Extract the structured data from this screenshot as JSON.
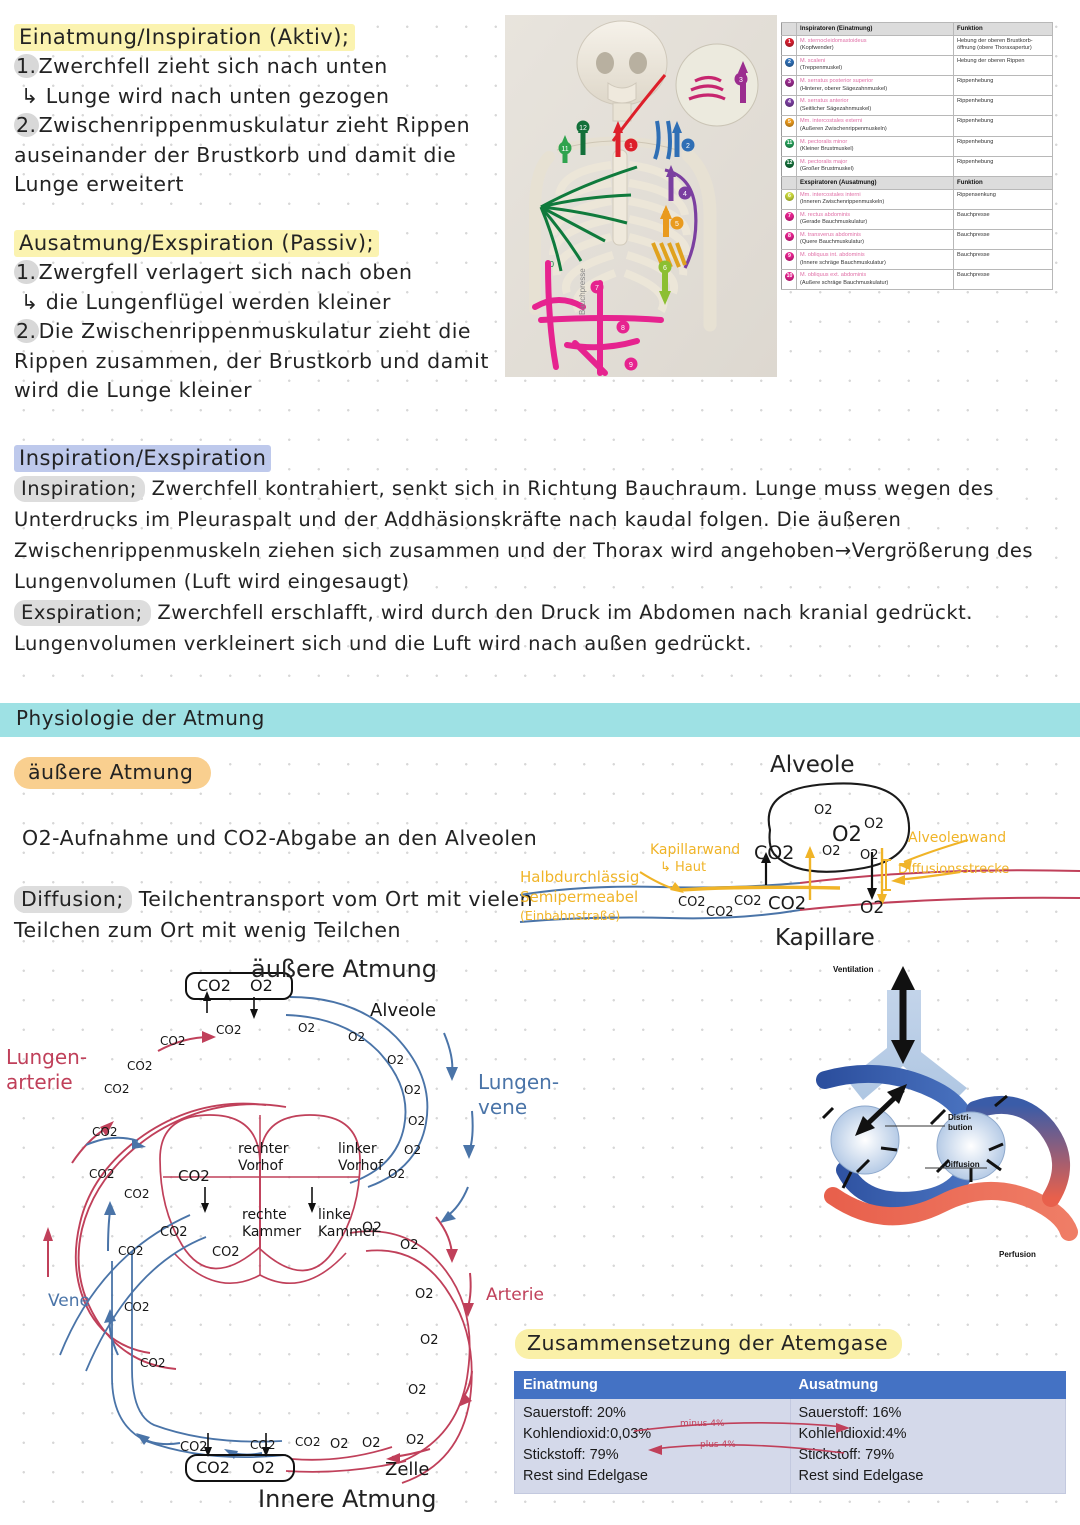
{
  "notes": {
    "inspiration": {
      "title": "Einatmung/Inspiration (Aktiv);",
      "lines": [
        {
          "num": "1.",
          "text": "Zwerchfell zieht sich nach unten"
        },
        {
          "num": "",
          "text": "↳ Lunge wird nach unten gezogen"
        },
        {
          "num": "2.",
          "text": "Zwischenrippenmuskulatur zieht Rippen"
        },
        {
          "num": "",
          "text": "auseinander der Brustkorb und damit die"
        },
        {
          "num": "",
          "text": "Lunge erweitert"
        }
      ]
    },
    "exspiration": {
      "title": "Ausatmung/Exspiration (Passiv);",
      "lines": [
        {
          "num": "1.",
          "text": "Zwergfell verlagert sich nach oben"
        },
        {
          "num": "",
          "text": "↳ die Lungenflügel werden kleiner"
        },
        {
          "num": "2.",
          "text": "Die Zwischenrippenmuskulatur zieht die"
        },
        {
          "num": "",
          "text": "Rippen zusammen, der Brustkorb und damit"
        },
        {
          "num": "",
          "text": "wird die Lunge kleiner"
        }
      ]
    }
  },
  "muscle_table": {
    "headers": {
      "inspirators": "Inspiratoren (Einatmung)",
      "expirators": "Exspiratoren (Ausatmung)",
      "function": "Funktion"
    },
    "inspirator_rows": [
      {
        "num": "1",
        "color": "#d62030",
        "latin": "M. sternocleidomastoideus",
        "german": "(Kopfwender)",
        "function": "Hebung der oberen Brustkorb-öffnung (obere Thoraxapertur)"
      },
      {
        "num": "2",
        "color": "#2f6fb5",
        "latin": "M. scaleni",
        "german": "(Treppenmuskel)",
        "function": "Hebung der oberen Rippen"
      },
      {
        "num": "3",
        "color": "#9b2d8f",
        "latin": "M. serratus posterior superior",
        "german": "(Hinterer, oberer Sägezahnmuskel)",
        "function": "Rippenhebung"
      },
      {
        "num": "4",
        "color": "#7b3fa0",
        "latin": "M. serratus anterior",
        "german": "(Seitlicher Sägezahnmuskel)",
        "function": "Rippenhebung"
      },
      {
        "num": "5",
        "color": "#e99a1e",
        "latin": "Mm. intercostales externi",
        "german": "(Außeren Zwischenrippenmuskeln)",
        "function": "Rippenhebung"
      },
      {
        "num": "11",
        "color": "#26a05a",
        "latin": "M. pectoralis minor",
        "german": "(Kleiner Brustmuskel)",
        "function": "Rippenhebung"
      },
      {
        "num": "12",
        "color": "#13703a",
        "latin": "M. pectoralis major",
        "german": "(Großer Brustmuskel)",
        "function": "Rippenhebung"
      }
    ],
    "expirator_rows": [
      {
        "num": "6",
        "color": "#c8d63b",
        "latin": "Mm. intercostales interni",
        "german": "(Inneren Zwischenrippenmuskeln)",
        "function": "Rippensenkung"
      },
      {
        "num": "7",
        "color": "#e6238f",
        "latin": "M. rectus abdominis",
        "german": "(Gerade Bauchmuskulatur)",
        "function": "Bauchpresse"
      },
      {
        "num": "8",
        "color": "#e6238f",
        "latin": "M. transverus abdominis",
        "german": "(Quere Bauchmuskulatur)",
        "function": "Bauchpresse"
      },
      {
        "num": "9",
        "color": "#e6238f",
        "latin": "M. obliquus int. abdominis",
        "german": "(Innere schräge Bauchmuskulatur)",
        "function": "Bauchpresse"
      },
      {
        "num": "10",
        "color": "#e6238f",
        "latin": "M. obliquus ext. abdominis",
        "german": "(Außere schräge Bauchmuskulatur)",
        "function": "Bauchpresse"
      }
    ]
  },
  "skeleton": {
    "caption": "Bauchpresse",
    "markers": [
      "1",
      "2",
      "3",
      "4",
      "5",
      "6",
      "7",
      "8",
      "9",
      "10",
      "11",
      "12"
    ]
  },
  "insp_exsp_section": {
    "title": "Inspiration/Exspiration",
    "label_inspiration": "Inspiration;",
    "inspiration_lines": [
      " Zwerchfell kontrahiert, senkt sich in Richtung Bauchraum. Lunge muss wegen des",
      "Unterdrucks im Pleuraspalt und der Addhäsionskräfte nach kaudal folgen. Die äußeren",
      "Zwischenrippenmuskeln ziehen sich zusammen und der Thorax wird angehoben→Vergrößerung des",
      "Lungenvolumen (Luft wird eingesaugt)"
    ],
    "label_exspiration": "Exspiration;",
    "exspiration_lines": [
      " Zwerchfell erschlafft, wird durch den Druck im Abdomen nach kranial gedrückt.",
      "Lungenvolumen verkleinert sich und die Luft wird nach außen gedrückt."
    ]
  },
  "physiologie": {
    "band_title": "Physiologie der Atmung",
    "subheading": "äußere Atmung",
    "line_o2": "O2-Aufnahme und CO2-Abgabe an den Alveolen",
    "diffusion_label": "Diffusion;",
    "diffusion_text_1": " Teilchentransport vom Ort mit vielen",
    "diffusion_text_2": "Teilchen zum Ort mit wenig Teilchen"
  },
  "alveole_sketch": {
    "title": "Alveole",
    "bottom_title": "Kapillare",
    "labels": {
      "halbdurchlaessig": "Halbdurchlässig",
      "semipermeabel": "Semipermeabel",
      "einbahnstrasse": "(Einbahnstraße)",
      "kapillarwand": "Kapillarwand",
      "kapillarwand_sub": "↳ Haut",
      "alveolenwand": "Alveolenwand",
      "diffusionsstrecke": "Diffusionsstrecke"
    },
    "gases_inside": [
      "O2",
      "O2",
      "O2",
      "O2",
      "O2",
      "CO2"
    ],
    "gases_capillary": [
      "CO2",
      "CO2",
      "CO2",
      "CO2",
      "O2"
    ]
  },
  "circulation": {
    "title_top": "äußere Atmung",
    "title_bottom": "Innere Atmung",
    "alveole_label": "Alveole",
    "zelle_label": "Zelle",
    "box_top": [
      "CO2",
      "O2"
    ],
    "box_bottom": [
      "CO2",
      "O2"
    ],
    "lungenarterie": "Lungen-\narterie",
    "lungenvene": "Lungen-\nvene",
    "vene": "Vene",
    "arterie": "Arterie",
    "heart": {
      "right_atrium": "rechter\nVorhof",
      "left_atrium": "linker\nVorhof",
      "right_ventricle": "rechte\nKammer",
      "left_ventricle": "linke\nKammer"
    },
    "co2_labels": [
      "CO2",
      "CO2",
      "CO2",
      "CO2",
      "CO2",
      "CO2",
      "CO2",
      "CO2",
      "CO2",
      "CO2",
      "CO2",
      "CO2",
      "CO2",
      "CO2"
    ],
    "o2_labels": [
      "O2",
      "O2",
      "O2",
      "O2",
      "O2",
      "O2",
      "O2",
      "O2",
      "O2",
      "O2",
      "O2",
      "O2"
    ]
  },
  "ventilation_figure": {
    "ventilation": "Ventilation",
    "distribution": "Distri-\nbution",
    "diffusion": "Diffusion",
    "perfusion": "Perfusion"
  },
  "atemgase": {
    "title": "Zusammensetzung der Atemgase",
    "columns": [
      "Einatmung",
      "Ausatmung"
    ],
    "einatmung": [
      "Sauerstoff: 20%",
      "Kohlendioxid:0,03%",
      "Stickstoff: 79%",
      "Rest sind Edelgase"
    ],
    "ausatmung": [
      "Sauerstoff: 16%",
      "Kohlendioxid:4%",
      "Stickstoff: 79%",
      "Rest sind Edelgase"
    ],
    "arrow_top": "minus 4%",
    "arrow_bottom": "plus 4%"
  },
  "colors": {
    "highlight_yellow": "#fbf3b0",
    "highlight_blue": "#bec9ec",
    "highlight_cyan": "#9ee1e4",
    "highlight_orange": "#f9cf8f",
    "highlight_grey": "#dddddd",
    "table_header_blue": "#4472c4",
    "table_body_blue": "#d4d9ea",
    "sketch_red": "#c0405a",
    "sketch_blue": "#4a74a8",
    "sketch_orange": "#f0b428"
  }
}
